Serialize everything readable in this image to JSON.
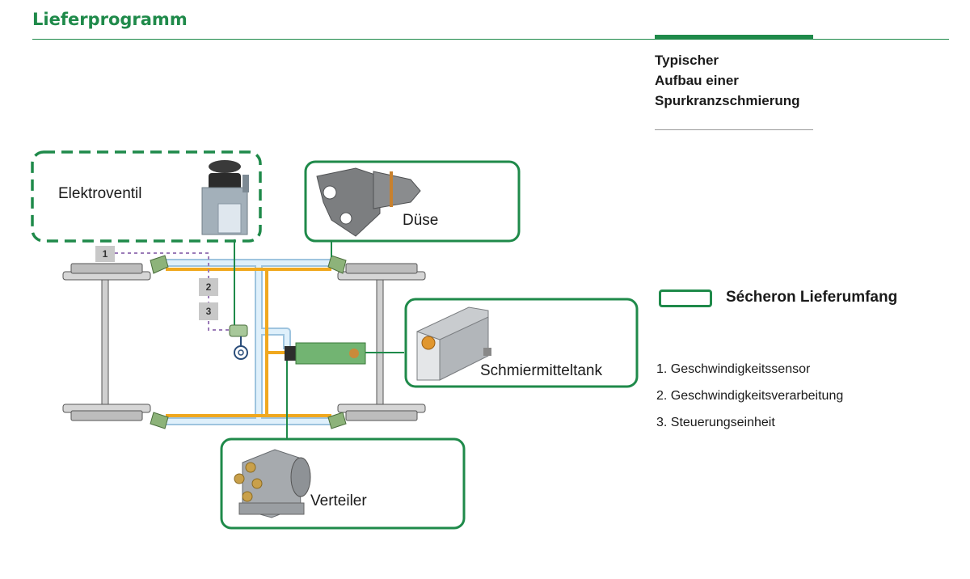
{
  "header": {
    "title": "Lieferprogramm"
  },
  "subtitle": [
    "Typischer",
    "Aufbau einer",
    "Spurkranzschmierung"
  ],
  "legend": {
    "label": "Sécheron Lieferumfang"
  },
  "components": {
    "elektroventil": "Elektroventil",
    "duese": "Düse",
    "schmiermitteltank": "Schmiermitteltank",
    "verteiler": "Verteiler"
  },
  "markers": [
    "1",
    "2",
    "3"
  ],
  "list": [
    "1. Geschwindigkeitssensor",
    "2. Geschwindigkeitsverarbeitung",
    "3. Steuerungseinheit"
  ],
  "colors": {
    "brand_green": "#1f8a4a",
    "pipe_orange": "#f0a81e",
    "pipe_blue": "#cfe6f5",
    "signal_purple": "#9b7bb8"
  }
}
